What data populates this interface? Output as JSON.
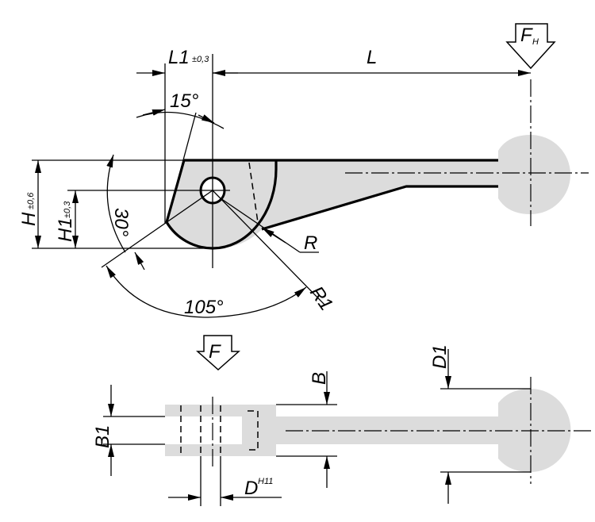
{
  "labels": {
    "force_handle": "F",
    "force_handle_sub": "H",
    "length_l1": "L1",
    "length_l1_tol": "±0,3",
    "length_l": "L",
    "angle_15": "15°",
    "angle_30": "30°",
    "angle_105": "105°",
    "height_h": "H",
    "height_h_tol": "±0,6",
    "height_h1": "H1",
    "height_h1_tol": "±0,3",
    "radius_r": "R",
    "radius_r1": "R1",
    "force": "F",
    "width_b": "B",
    "width_b1": "B1",
    "diameter_d1": "D1",
    "diameter_d": "D",
    "diameter_d_tol": "H11"
  },
  "colors": {
    "fill": "#dcdcdc",
    "line": "#000000"
  }
}
